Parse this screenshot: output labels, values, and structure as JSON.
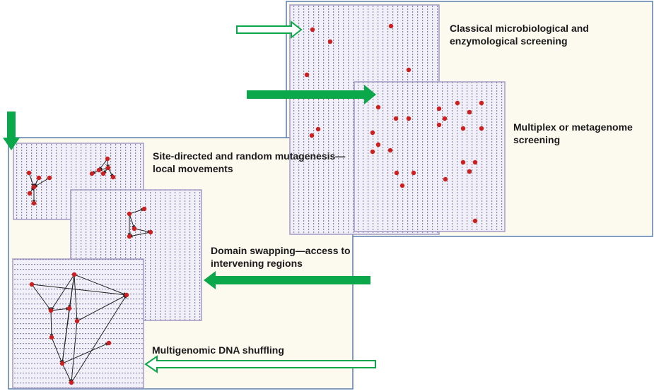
{
  "labels": {
    "classical": "Classical microbiological and\nenzymological screening",
    "multiplex": "Multiplex or metagenome\nscreening",
    "site_directed": "Site-directed and random mutagenesis—\nlocal movements",
    "domain_swapping": "Domain swapping—access to\nintervening regions",
    "shuffling": "Multigenomic DNA shuffling"
  },
  "colors": {
    "panel_bg": "#fcf9ef",
    "panel_border": "#5a7fb0",
    "grid_bg": "#f1eff8",
    "grid_border": "#a39ac4",
    "dot": "#cc2020",
    "arrow_green": "#0aa84a",
    "edge": "#222222"
  }
}
